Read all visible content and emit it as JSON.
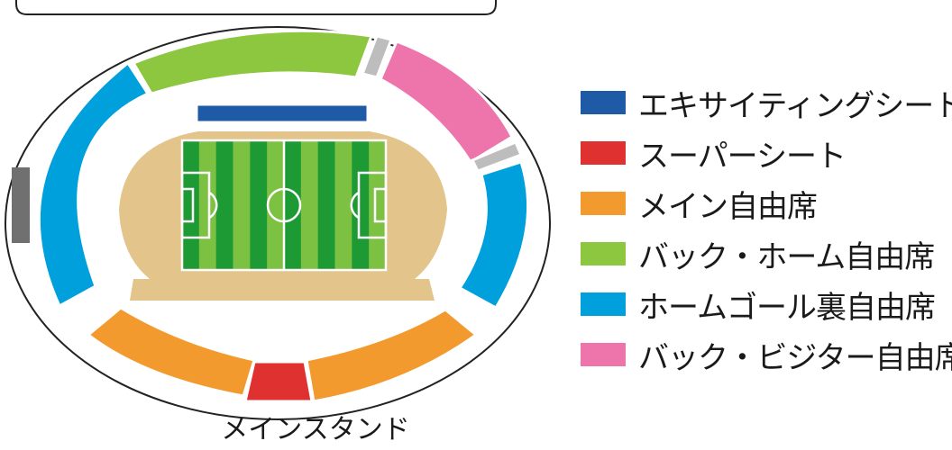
{
  "map": {
    "stand_label": "メインスタンド"
  },
  "legend": [
    {
      "label": "エキサイティングシート",
      "color": "#1f5aa6"
    },
    {
      "label": "スーパーシート",
      "color": "#e03131"
    },
    {
      "label": "メイン自由席",
      "color": "#f39a2e"
    },
    {
      "label": "バック・ホーム自由席",
      "color": "#8dc63f"
    },
    {
      "label": "ホームゴール裏自由席",
      "color": "#00a0dc"
    },
    {
      "label": "バック・ビジター自由席",
      "color": "#ee74ac"
    }
  ],
  "colors": {
    "exciting": "#1f5aa6",
    "super": "#e03131",
    "main": "#f39a2e",
    "back_home": "#8dc63f",
    "home_goal": "#00a0dc",
    "back_visitor": "#ee74ac",
    "gray_block": "#bdbdbd",
    "side_gate": "#707070",
    "track": "#e3c48a",
    "pitch_dark": "#1e9a34",
    "pitch_light": "#7cc142"
  }
}
